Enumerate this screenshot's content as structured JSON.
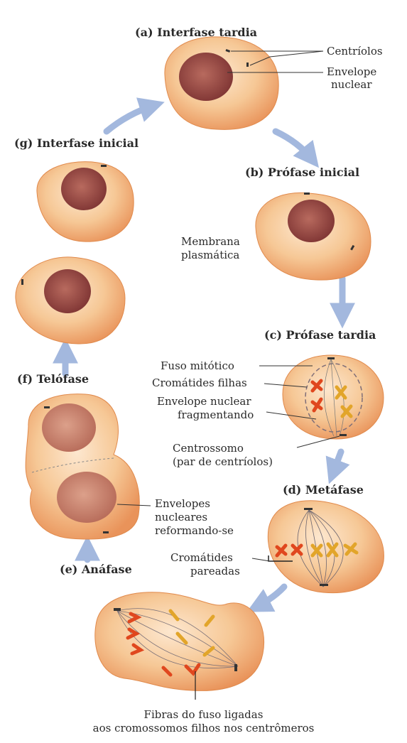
{
  "stages": {
    "a": "(a) Interfase tardia",
    "b": "(b) Prófase inicial",
    "c": "(c) Prófase tardia",
    "d": "(d) Metáfase",
    "e": "(e) Anáfase",
    "f": "(f) Telófase",
    "g": "(g) Interfase inicial"
  },
  "labels": {
    "centriolos": "Centríolos",
    "envelope_1": "Envelope",
    "envelope_2": "nuclear",
    "membrana_1": "Membrana",
    "membrana_2": "plasmática",
    "fuso": "Fuso mitótico",
    "cromatides_filhas": "Cromátides filhas",
    "envfrag_1": "Envelope nuclear",
    "envfrag_2": "fragmentando",
    "centrossomo_1": "Centrossomo",
    "centrossomo_2": "(par de centríolos)",
    "envref_1": "Envelopes",
    "envref_2": "nucleares",
    "envref_3": "reformando-se",
    "pareadas_1": "Cromátides",
    "pareadas_2": "pareadas",
    "fibras_1": "Fibras do fuso ligadas",
    "fibras_2": "aos cromossomos filhos nos centrômeros"
  },
  "colors": {
    "cell_fill": "#f0b47e",
    "cell_edge": "#e08a4c",
    "nucleus": "#9a4a44",
    "arrow": "#a3b8de",
    "chromosome_red": "#e0471e",
    "chromosome_yellow": "#e2a52a"
  }
}
